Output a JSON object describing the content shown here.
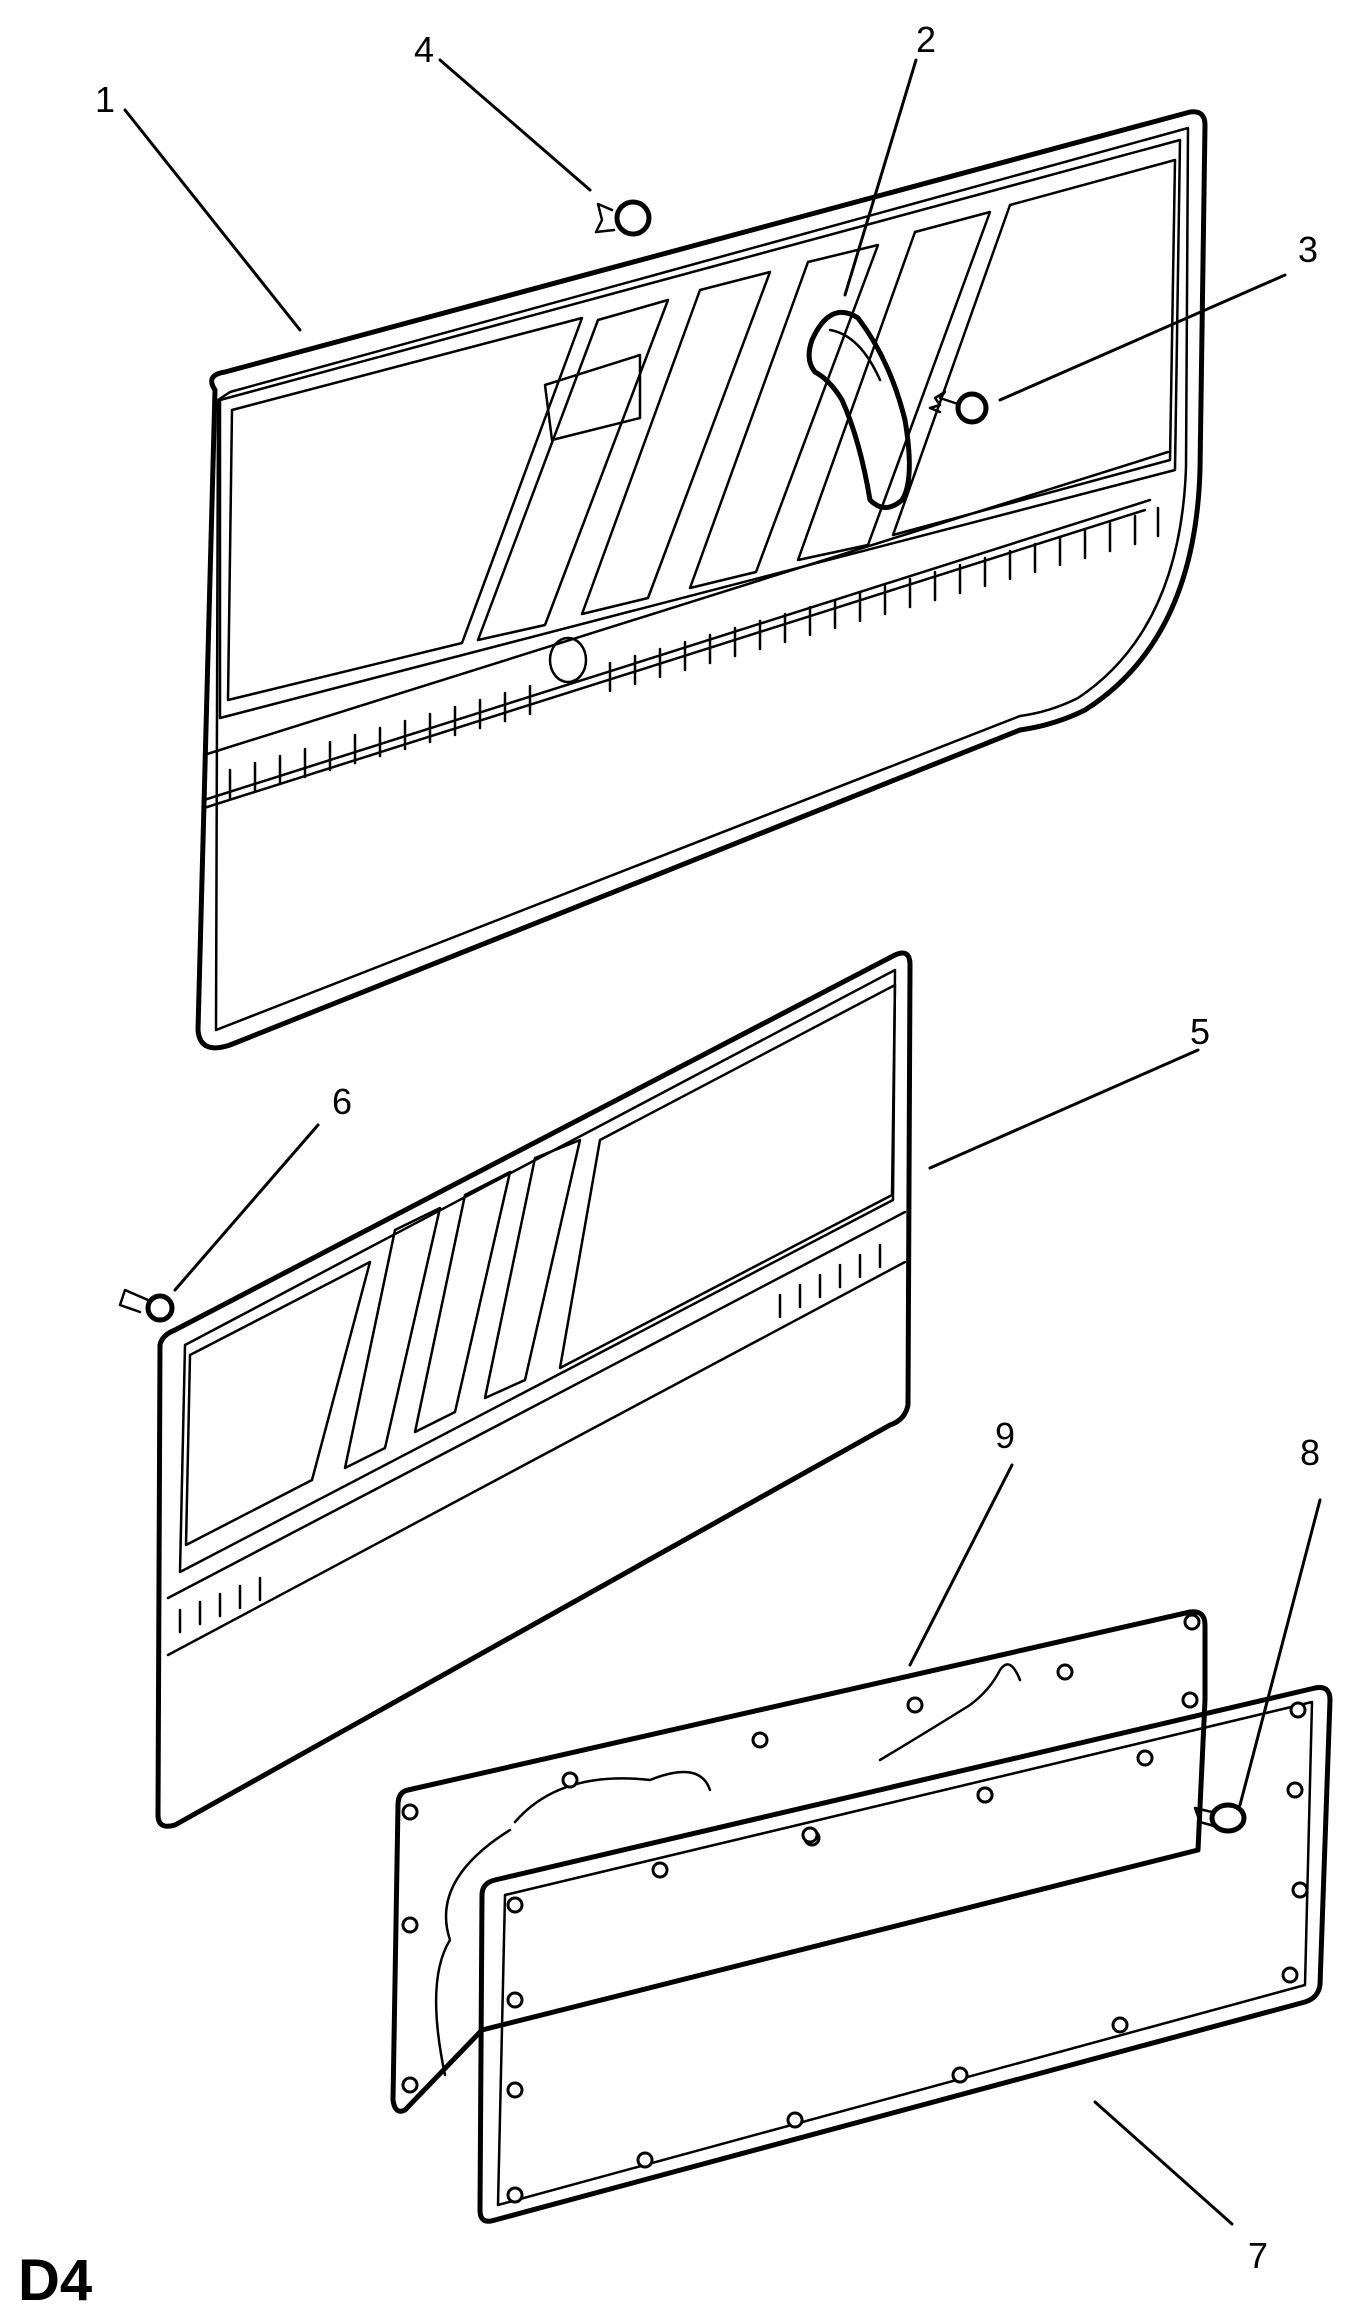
{
  "callouts": [
    "1",
    "2",
    "3",
    "4",
    "5",
    "6",
    "7",
    "8",
    "9"
  ],
  "section_code": "D4"
}
